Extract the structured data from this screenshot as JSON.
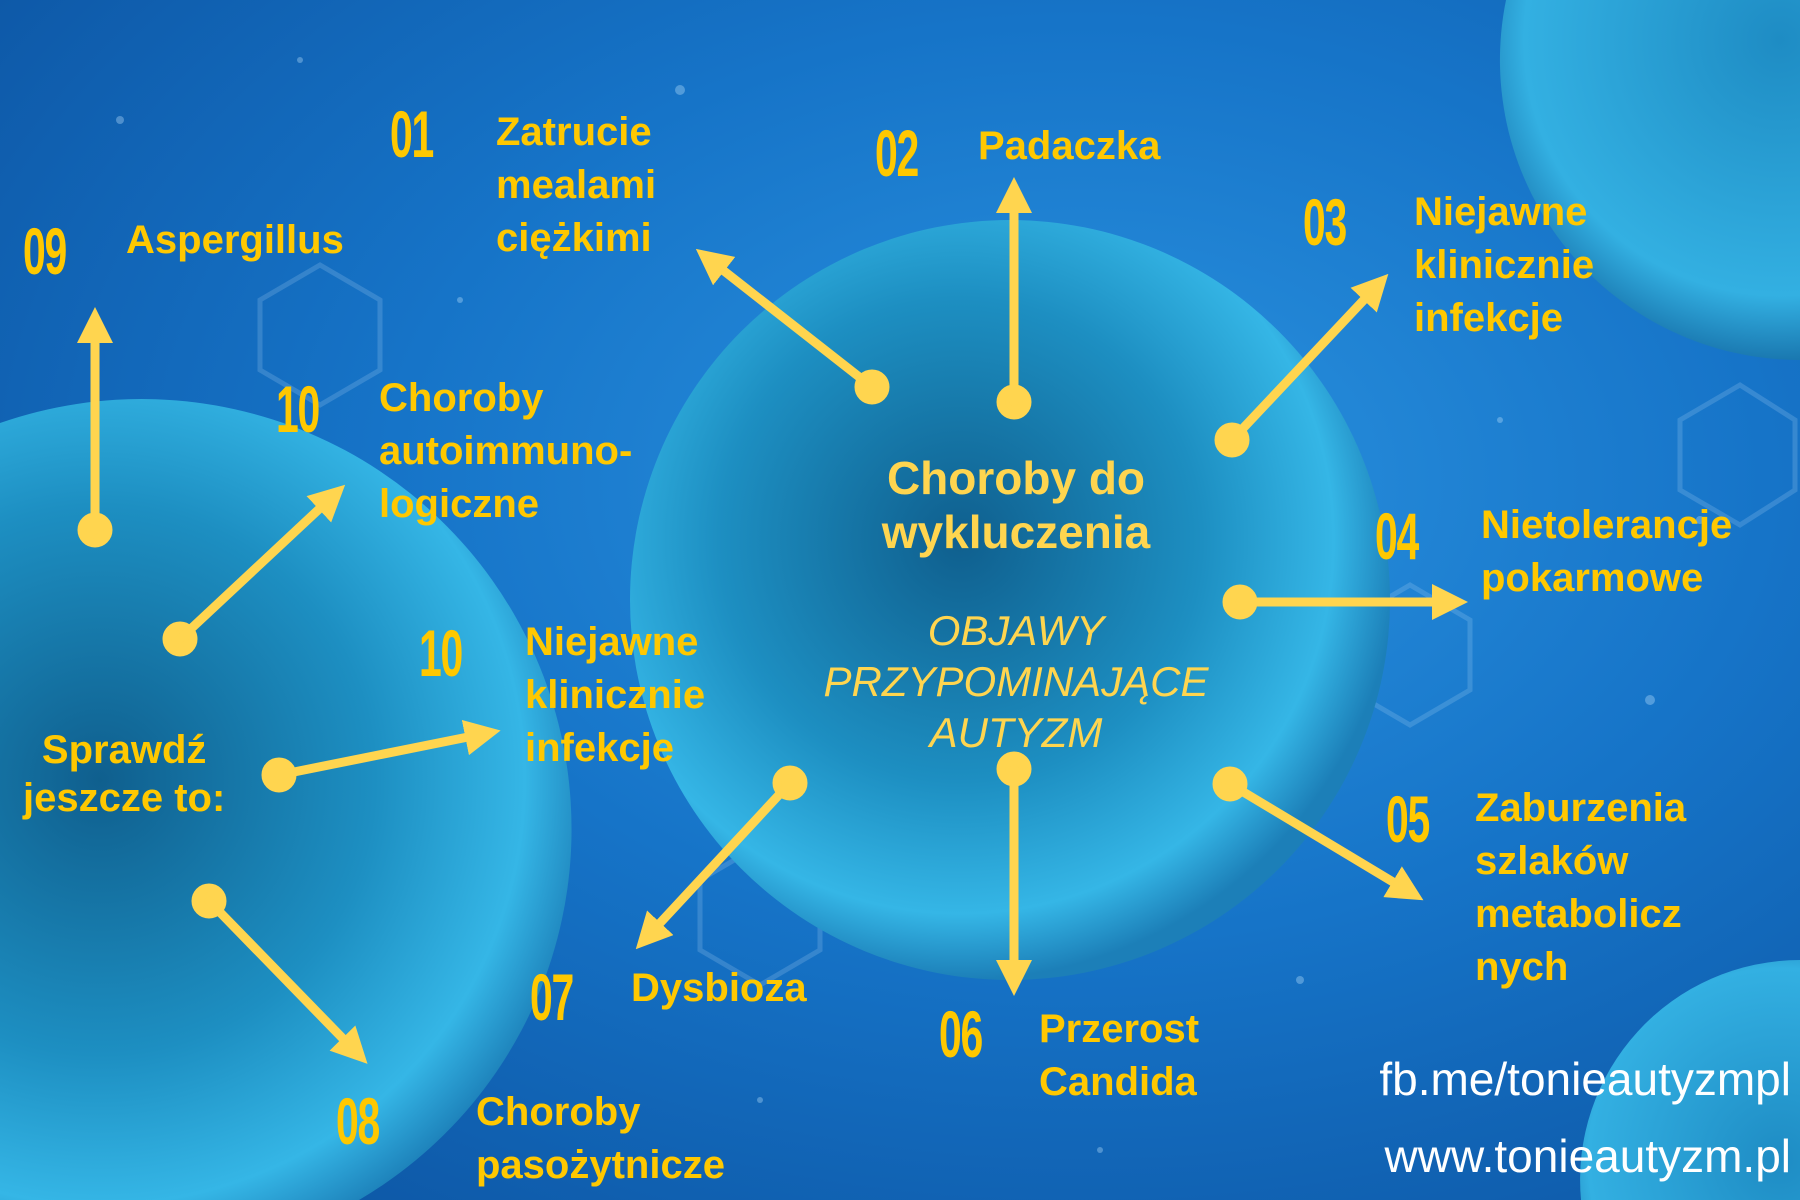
{
  "colors": {
    "accent": "#ffc800",
    "arrow": "#ffd54f",
    "background": "#1674c8",
    "cell": "#2aa7d8"
  },
  "center": {
    "title_lines": [
      "Choroby do",
      "wykluczenia"
    ],
    "subtitle_lines": [
      "OBJAWY",
      "PRZYPOMINAJĄCE",
      "AUTYZM"
    ]
  },
  "items": [
    {
      "num": "01",
      "lines": [
        "Zatrucie",
        "mealami",
        "ciężkimi"
      ]
    },
    {
      "num": "02",
      "lines": [
        "Padaczka"
      ]
    },
    {
      "num": "03",
      "lines": [
        "Niejawne",
        "klinicznie",
        "infekcje"
      ]
    },
    {
      "num": "04",
      "lines": [
        "Nietolerancje",
        "pokarmowe"
      ]
    },
    {
      "num": "05",
      "lines": [
        "Zaburzenia",
        "szlaków",
        "metabolicz",
        "nych"
      ]
    },
    {
      "num": "06",
      "lines": [
        "Przerost",
        "Candida"
      ]
    },
    {
      "num": "07",
      "lines": [
        "Dysbioza"
      ]
    }
  ],
  "check": {
    "label_lines": [
      "Sprawdź",
      "jeszcze to:"
    ],
    "items": [
      {
        "num": "08",
        "lines": [
          "Choroby",
          "pasożytnicze"
        ]
      },
      {
        "num": "09",
        "lines": [
          "Aspergillus"
        ]
      },
      {
        "num": "10",
        "lines": [
          "Choroby",
          "autoimmuno-",
          "logiczne"
        ]
      },
      {
        "num": "10",
        "lines": [
          "Niejawne",
          "klinicznie",
          "infekcje"
        ]
      }
    ]
  },
  "links": {
    "facebook": "fb.me/tonieautyzmpl",
    "website": "www.tonieautyzm.pl"
  }
}
